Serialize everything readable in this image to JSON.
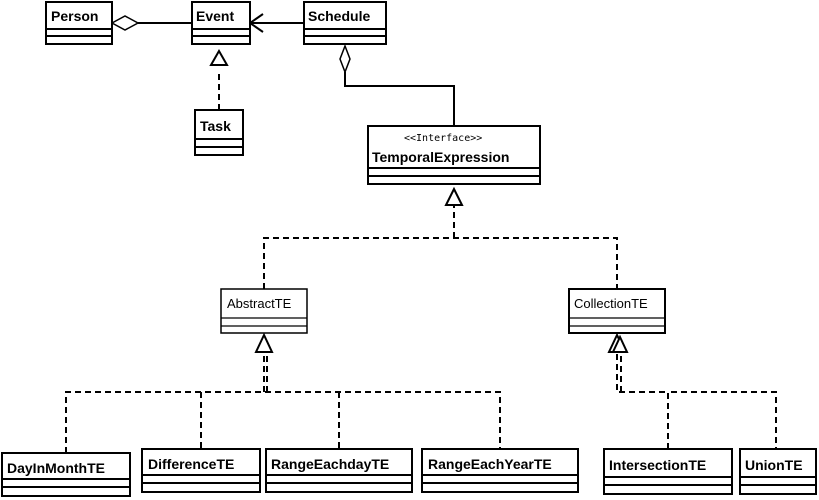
{
  "classes": {
    "person": "Person",
    "event": "Event",
    "schedule": "Schedule",
    "task": "Task",
    "temporal_expression": "TemporalExpression",
    "temporal_expression_stereotype": "<<Interface>>",
    "abstract_te": "AbstractTE",
    "collection_te": "CollectionTE",
    "day_in_month_te": "DayInMonthTE",
    "difference_te": "DifferenceTE",
    "range_eachday_te": "RangeEachdayTE",
    "range_each_year_te": "RangeEachYearTE",
    "intersection_te": "IntersectionTE",
    "union_te": "UnionTE"
  },
  "colors": {
    "line": "#000000",
    "background": "#ffffff"
  }
}
